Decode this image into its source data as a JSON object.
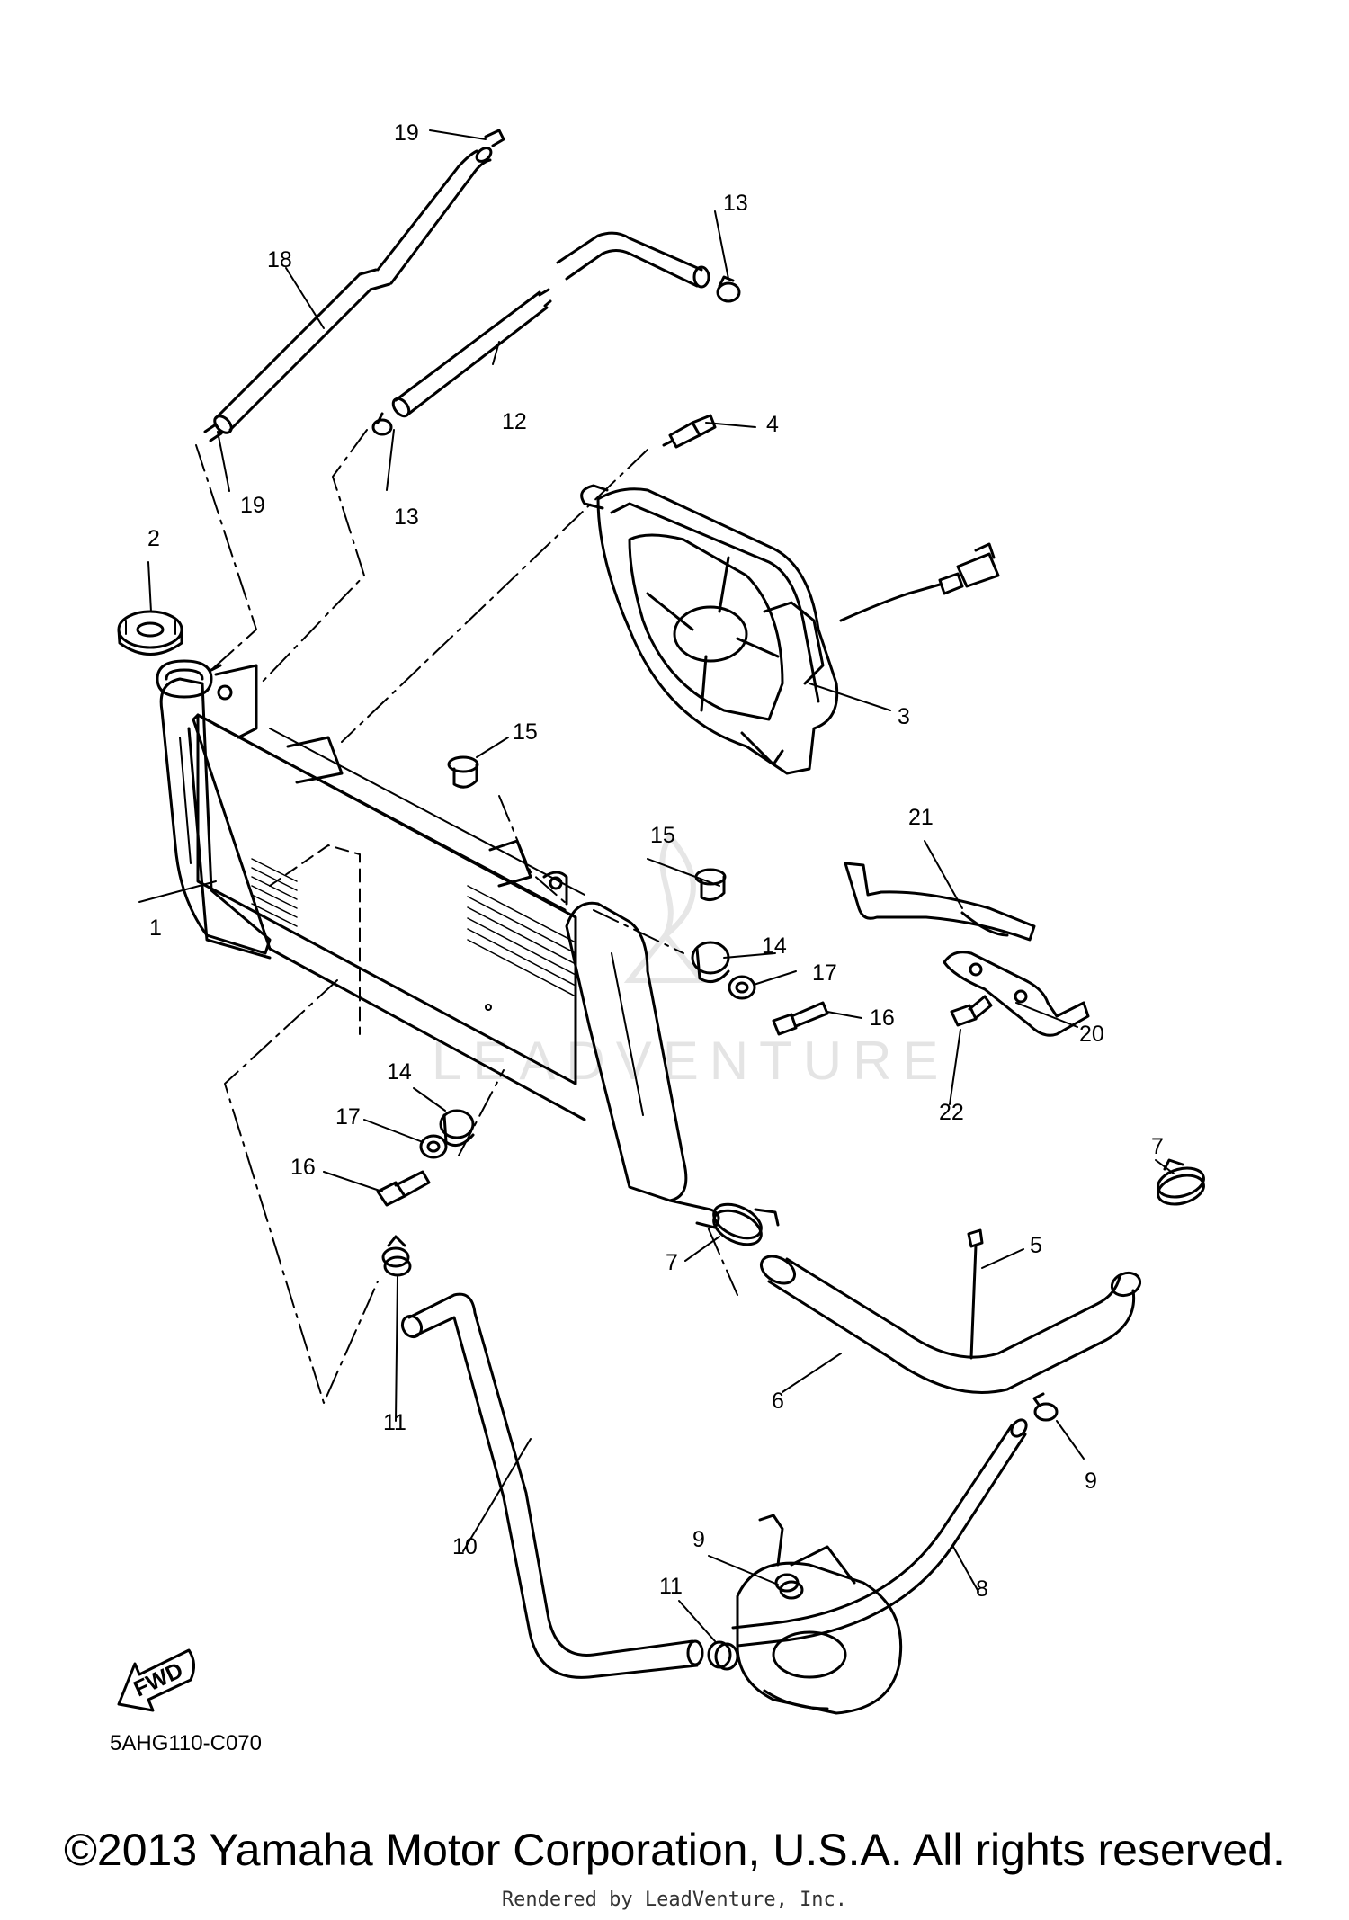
{
  "watermark": "LEADVENTURE",
  "fwd_label": "FWD",
  "diagram_code": "5AHG110-C070",
  "copyright": "©2013 Yamaha Motor Corporation, U.S.A. All rights reserved.",
  "rendered_by": "Rendered by LeadVenture, Inc.",
  "callouts": {
    "c1": "1",
    "c2": "2",
    "c3": "3",
    "c4": "4",
    "c5": "5",
    "c6": "6",
    "c7a": "7",
    "c7b": "7",
    "c8": "8",
    "c9a": "9",
    "c9b": "9",
    "c10": "10",
    "c11a": "11",
    "c11b": "11",
    "c12": "12",
    "c13a": "13",
    "c13b": "13",
    "c14a": "14",
    "c14b": "14",
    "c15a": "15",
    "c15b": "15",
    "c16a": "16",
    "c16b": "16",
    "c17a": "17",
    "c17b": "17",
    "c18": "18",
    "c19a": "19",
    "c19b": "19",
    "c20": "20",
    "c21": "21",
    "c22": "22"
  }
}
